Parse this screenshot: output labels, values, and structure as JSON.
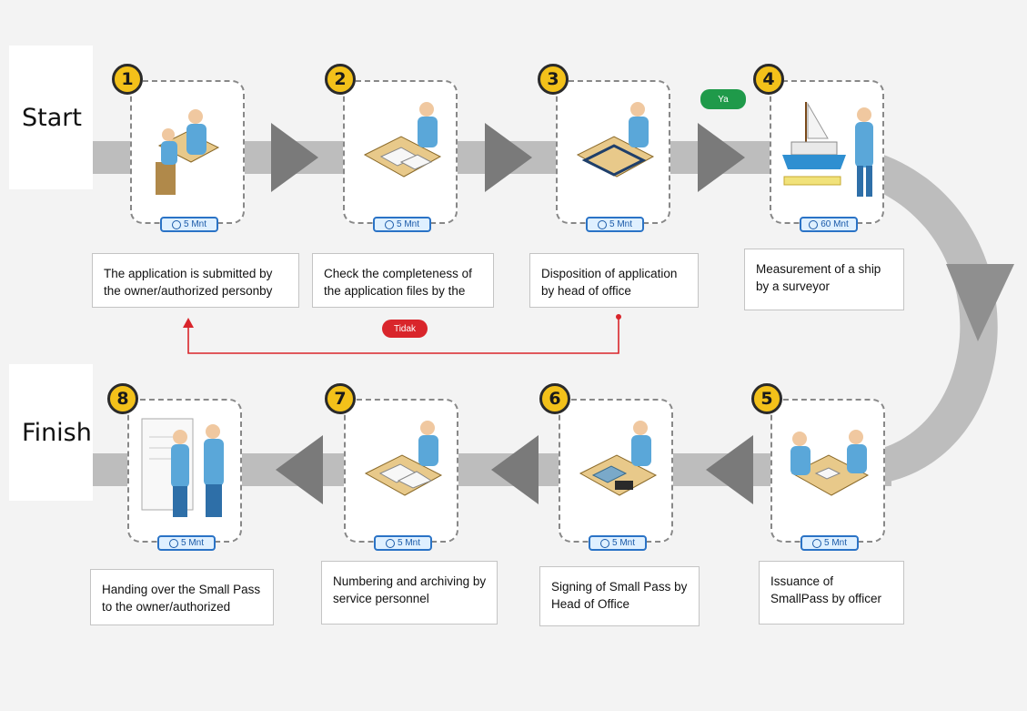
{
  "labels": {
    "start": "Start",
    "finish": "Finish"
  },
  "branches": {
    "yes": "Ya",
    "no": "Tidak"
  },
  "steps": [
    {
      "num": "1",
      "duration": "5 Mnt",
      "description": "The application is submitted by the owner/authorized personby",
      "figure": "applicant-at-counter-icon"
    },
    {
      "num": "2",
      "duration": "5 Mnt",
      "description": "Check the completeness of the application files by the",
      "figure": "clerk-checking-files-icon"
    },
    {
      "num": "3",
      "duration": "5 Mnt",
      "description": "Disposition of application by head of office",
      "figure": "head-of-office-desk-icon"
    },
    {
      "num": "4",
      "duration": "60 Mnt",
      "description": "Measurement of a ship by a surveyor",
      "figure": "ship-surveyor-icon"
    },
    {
      "num": "5",
      "duration": "5 Mnt",
      "description": "Issuance of SmallPass by officer",
      "figure": "officer-issuing-pass-icon"
    },
    {
      "num": "6",
      "duration": "5 Mnt",
      "description": "Signing of Small Pass by Head of Office",
      "figure": "head-signing-icon"
    },
    {
      "num": "7",
      "duration": "5 Mnt",
      "description": "Numbering and archiving by service personnel",
      "figure": "archiving-clerk-icon"
    },
    {
      "num": "8",
      "duration": "5 Mnt",
      "description": "Handing over the Small Pass to the owner/authorized",
      "figure": "handover-handshake-icon"
    }
  ],
  "colors": {
    "badge": "#f3c11a",
    "duration": "#2a73c6",
    "yes": "#1f9a4a",
    "no": "#d9252b",
    "flow": "#b9b9b9",
    "arrow": "#7a7a7a"
  }
}
